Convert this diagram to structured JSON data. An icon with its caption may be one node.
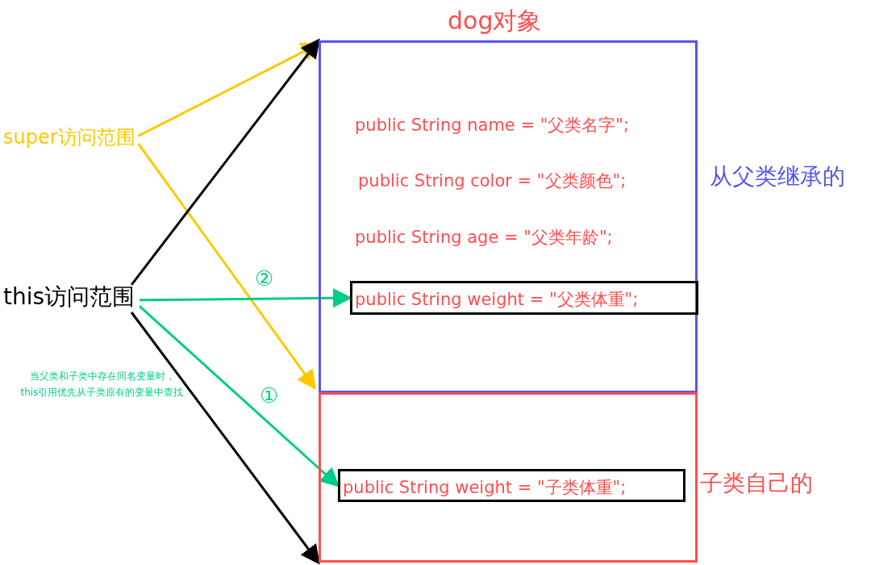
{
  "diagram": {
    "title": "dog对象",
    "nodes": [
      {
        "text": [
          "public String name = \"父类名字\";",
          "public String color = \"父类颜色\";",
          "public String age = \"父类年龄\";"
        ],
        "beside": [
          "从父类继承的"
        ]
      },
      {
        "text": [
          "public String weight = \"父类体重\";"
        ],
        "in": 0
      },
      {
        "text": [],
        "shape": "box",
        "beside": [
          "子类自己的"
        ]
      },
      {
        "text": [
          "public String weight = \"子类体重\";"
        ],
        "in": 2
      },
      {
        "text": [
          "super访问范围"
        ]
      },
      {
        "text": [
          "this访问范围"
        ]
      }
    ],
    "edges": [
      {
        "from": 4,
        "to": 0,
        "arrow": "to",
        "color": "#ffc800"
      },
      {
        "from": 4,
        "to": 0,
        "arrow": "to",
        "color": "#ffc800"
      },
      {
        "from": 5,
        "to": 0,
        "arrow": "to",
        "color": "#000000"
      },
      {
        "from": 5,
        "to": 1,
        "arrow": "to",
        "color": "#00cc88",
        "label": "②"
      },
      {
        "from": 5,
        "to": 3,
        "arrow": "to",
        "color": "#00cc88",
        "label": "①"
      },
      {
        "from": 5,
        "to": 2,
        "arrow": "to",
        "color": "#000000"
      }
    ],
    "labels": [
      "当父类和子类中存在同名变量时，this引用优先从子类原有的变量中查找"
    ]
  }
}
